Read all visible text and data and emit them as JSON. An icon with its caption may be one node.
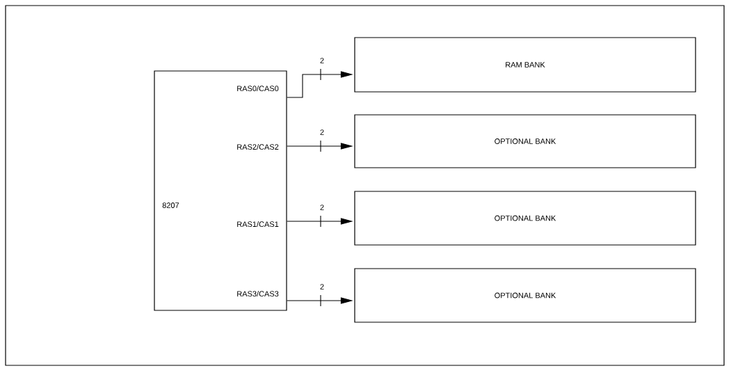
{
  "diagram": {
    "nodes": [
      {
        "text": [
          "RAS0/CAS0",
          "RAS2/CAS2",
          "8207",
          "RAS1/CAS1",
          "RAS3/CAS3"
        ]
      },
      {
        "text": [
          "RAM BANK"
        ]
      },
      {
        "text": [
          "OPTIONAL BANK"
        ]
      },
      {
        "text": [
          "OPTIONAL BANK"
        ]
      },
      {
        "text": [
          "OPTIONAL BANK"
        ]
      }
    ],
    "edges": [
      {
        "from": 0,
        "to": 1,
        "arrow": "to",
        "label": "2"
      },
      {
        "from": 0,
        "to": 2,
        "arrow": "to",
        "label": "2"
      },
      {
        "from": 0,
        "to": 3,
        "arrow": "to",
        "label": "2"
      },
      {
        "from": 0,
        "to": 4,
        "arrow": "to",
        "label": "2"
      }
    ]
  }
}
